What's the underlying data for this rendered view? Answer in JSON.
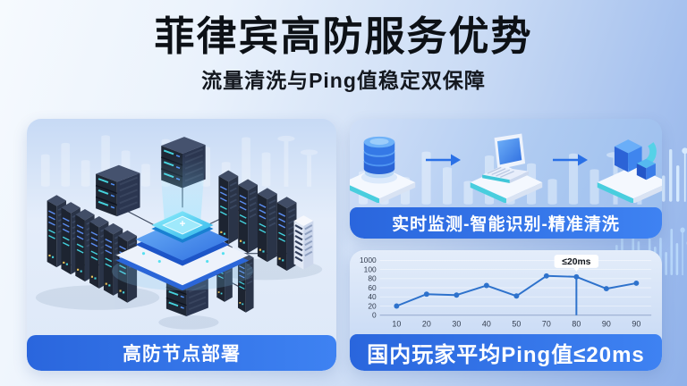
{
  "header": {
    "title": "菲律宾高防服务优势",
    "subtitle": "流量清洗与Ping值稳定双保障"
  },
  "panels": {
    "left": {
      "caption": "高防节点部署",
      "illustration": "isometric-server-racks-connected-to-central-protection-chip"
    },
    "top_right": {
      "caption": "实时监测-智能识别-精准清洗",
      "icons": [
        "database-icon",
        "laptop-icon",
        "data-cleansing-icon"
      ]
    },
    "bottom_right": {
      "caption": "国内玩家平均Ping值≤20ms"
    }
  },
  "chart_data": {
    "type": "line",
    "categories": [
      "10",
      "20",
      "30",
      "40",
      "50",
      "70",
      "80",
      "90",
      "90"
    ],
    "values": [
      20,
      46,
      44,
      65,
      42,
      86,
      84,
      58,
      70
    ],
    "y_ticks": [
      "1000",
      "100",
      "80",
      "60",
      "40",
      "20",
      "0"
    ],
    "annotation": {
      "label": "≤20ms",
      "index": 6
    },
    "title": "",
    "xlabel": "",
    "ylabel": "",
    "legend_position": "none",
    "grid_on": true,
    "line_color": "#2e72cc",
    "axis_color": "#93a8cc",
    "tick_text_color": "#323c4e"
  },
  "colors": {
    "caption_bar_blue": "#2f6fe4",
    "accent_cyan": "#45d2e0",
    "title_text": "#0d1116",
    "background_blue": "#8fb1ea"
  }
}
